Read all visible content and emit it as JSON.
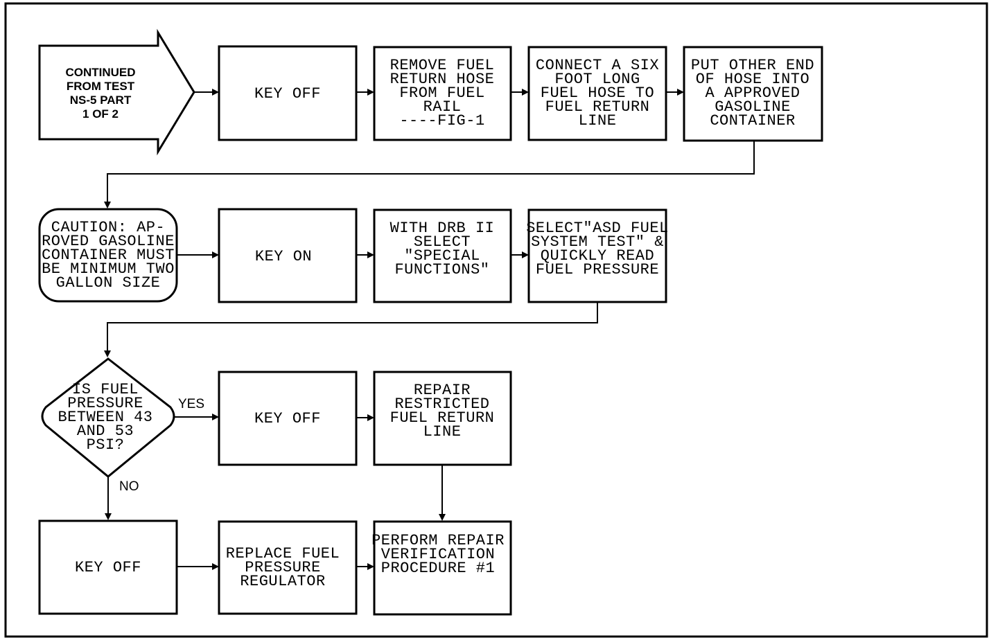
{
  "start": {
    "lines": [
      "CONTINUED",
      "FROM TEST",
      "NS-5 PART",
      "1 OF 2"
    ]
  },
  "row1": {
    "key_off": [
      "KEY OFF"
    ],
    "remove_hose": [
      "REMOVE FUEL",
      "RETURN HOSE",
      "FROM FUEL",
      "RAIL",
      "----FIG-1"
    ],
    "connect_hose": [
      "CONNECT A SIX",
      "FOOT LONG",
      "FUEL HOSE TO",
      "FUEL RETURN",
      "LINE"
    ],
    "put_other_end": [
      "PUT OTHER END",
      "OF HOSE INTO",
      "A APPROVED",
      "GASOLINE",
      "CONTAINER"
    ]
  },
  "row2": {
    "caution": [
      "CAUTION: AP-",
      "ROVED GASOLINE",
      "CONTAINER MUST",
      "BE MINIMUM TWO",
      "GALLON SIZE"
    ],
    "key_on": [
      "KEY ON"
    ],
    "drb_select": [
      "WITH DRB II",
      "SELECT",
      "\"SPECIAL",
      "FUNCTIONS\""
    ],
    "asd_test": [
      "SELECT\"ASD FUEL",
      "SYSTEM TEST\" &",
      "QUICKLY READ",
      "FUEL PRESSURE"
    ]
  },
  "row3": {
    "decision": [
      "IS FUEL",
      "PRESSURE",
      "BETWEEN 43",
      "AND 53",
      "PSI?"
    ],
    "key_off": [
      "KEY OFF"
    ],
    "repair_line": [
      "REPAIR",
      "RESTRICTED",
      "FUEL RETURN",
      "LINE"
    ]
  },
  "row4": {
    "key_off": [
      "KEY OFF"
    ],
    "replace_regulator": [
      "REPLACE FUEL",
      "PRESSURE",
      "REGULATOR"
    ],
    "perform_repair": [
      "PERFORM REPAIR",
      "VERIFICATION",
      "PROCEDURE #1"
    ]
  },
  "labels": {
    "yes": "YES",
    "no": "NO"
  }
}
